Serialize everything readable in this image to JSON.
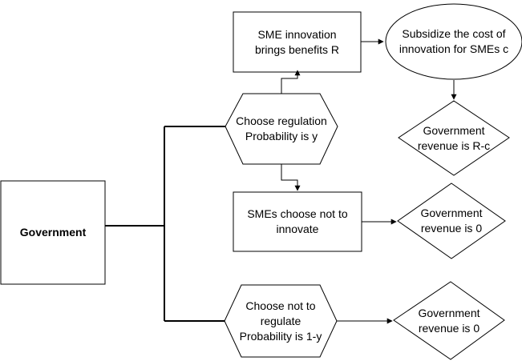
{
  "diagram": {
    "nodes": {
      "government": "Government",
      "sme_benefit": "SME innovation\nbrings benefits R",
      "subsidize": "Subsidize the cost of\ninnovation for SMEs c",
      "choose_regulation": "Choose regulation\nProbability is y",
      "revenue_r_c": "Government\nrevenue is R-c",
      "sme_not_innovate": "SMEs choose not to\ninnovate",
      "revenue_zero_a": "Government\nrevenue is 0",
      "choose_not_regulate": "Choose not to\nregulate\nProbability is 1-y",
      "revenue_zero_b": "Government\nrevenue is 0"
    }
  }
}
